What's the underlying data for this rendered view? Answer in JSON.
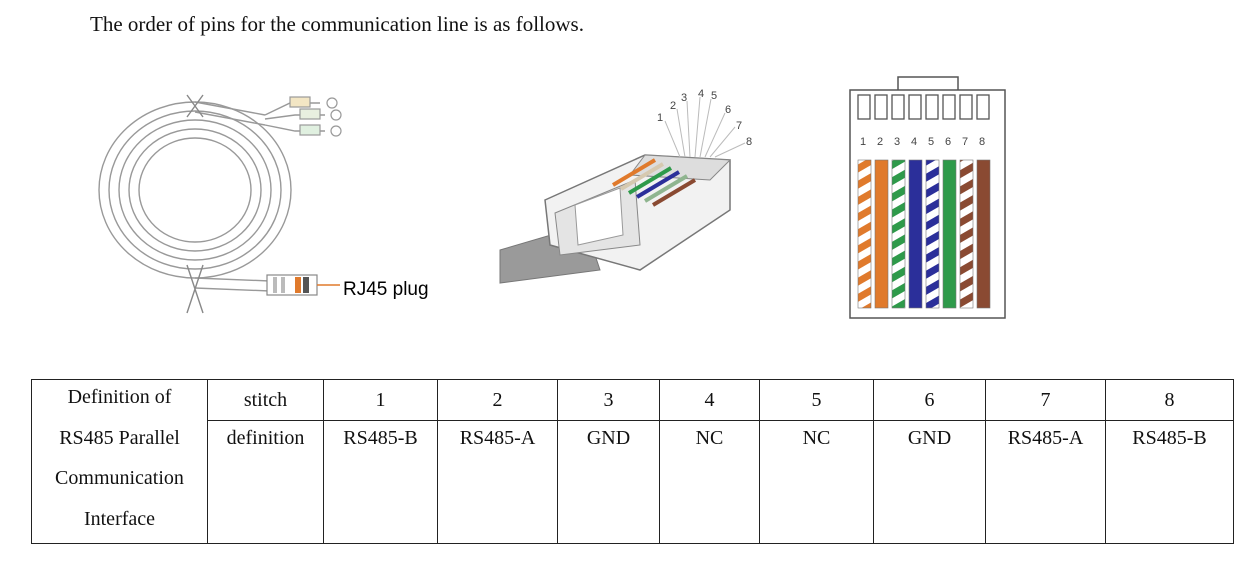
{
  "intro": "The order of pins for the communication line is as follows.",
  "figures": {
    "plug_label": "RJ45 plug",
    "pin_numbers": [
      "1",
      "2",
      "3",
      "4",
      "5",
      "6",
      "7",
      "8"
    ],
    "wire_colors": {
      "orange": "#e07a2c",
      "green": "#2e9a4a",
      "blue": "#2b2f9a",
      "brown": "#8a4a32"
    }
  },
  "table": {
    "label_lines": [
      "Definition of",
      "RS485 Parallel",
      "Communication",
      "Interface"
    ],
    "header": [
      "stitch",
      "1",
      "2",
      "3",
      "4",
      "5",
      "6",
      "7",
      "8"
    ],
    "row": [
      "definition",
      "RS485-B",
      "RS485-A",
      "GND",
      "NC",
      "NC",
      "GND",
      "RS485-A",
      "RS485-B"
    ]
  }
}
